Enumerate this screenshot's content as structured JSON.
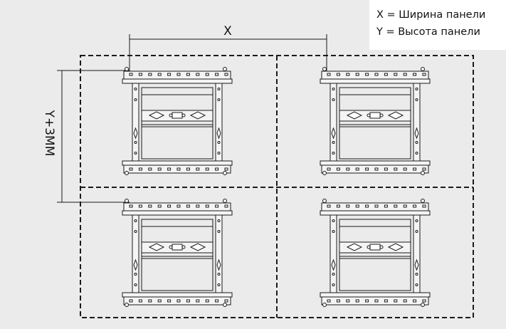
{
  "legend": {
    "x_definition": "X = Ширина панели",
    "y_definition": "Y = Высота панели"
  },
  "dimensions": {
    "horizontal_label": "X",
    "vertical_label": "Y+3MM"
  },
  "grid": {
    "rows": 2,
    "columns": 2
  },
  "colors": {
    "background": "#ebebeb",
    "line": "#1a1a1a",
    "frame_fill": "#f4f4f4"
  }
}
